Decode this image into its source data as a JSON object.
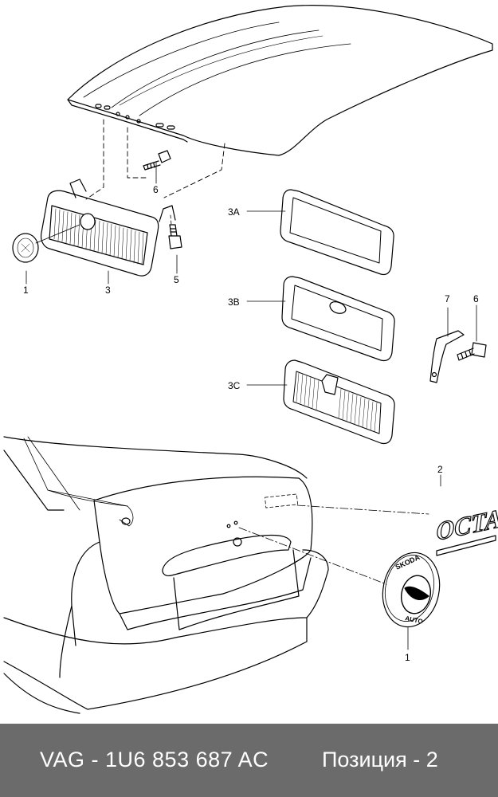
{
  "callouts": {
    "c1_grille": "1",
    "c3": "3",
    "c5": "5",
    "c6_top": "6",
    "c3A": "3A",
    "c3B": "3B",
    "c3C": "3C",
    "c7": "7",
    "c6_right": "6",
    "c2": "2",
    "c1_emblem": "1"
  },
  "emblem_text": {
    "skoda": "SKODA",
    "auto": "AUTO"
  },
  "lettering": "OCTAVIA",
  "footer": {
    "part_number": "VAG - 1U6 853 687 AC",
    "position": "Позиция - 2"
  }
}
